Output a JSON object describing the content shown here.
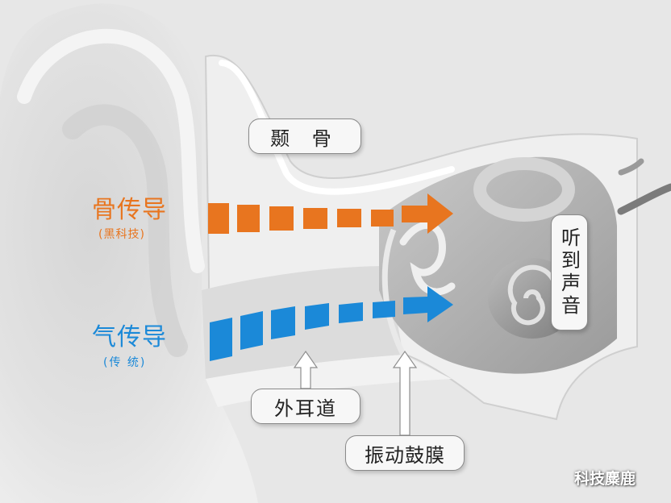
{
  "labels": {
    "skull": "颞 骨",
    "ear_canal": "外耳道",
    "eardrum": "振动鼓膜",
    "hear_sound": "听到声音"
  },
  "bone_conduction": {
    "title": "骨传导",
    "subtitle": "(黑科技)",
    "color": "#e8751f"
  },
  "air_conduction": {
    "title": "气传导",
    "subtitle": "(传 统)",
    "color": "#1b89d8"
  },
  "watermark": "科技麋鹿"
}
